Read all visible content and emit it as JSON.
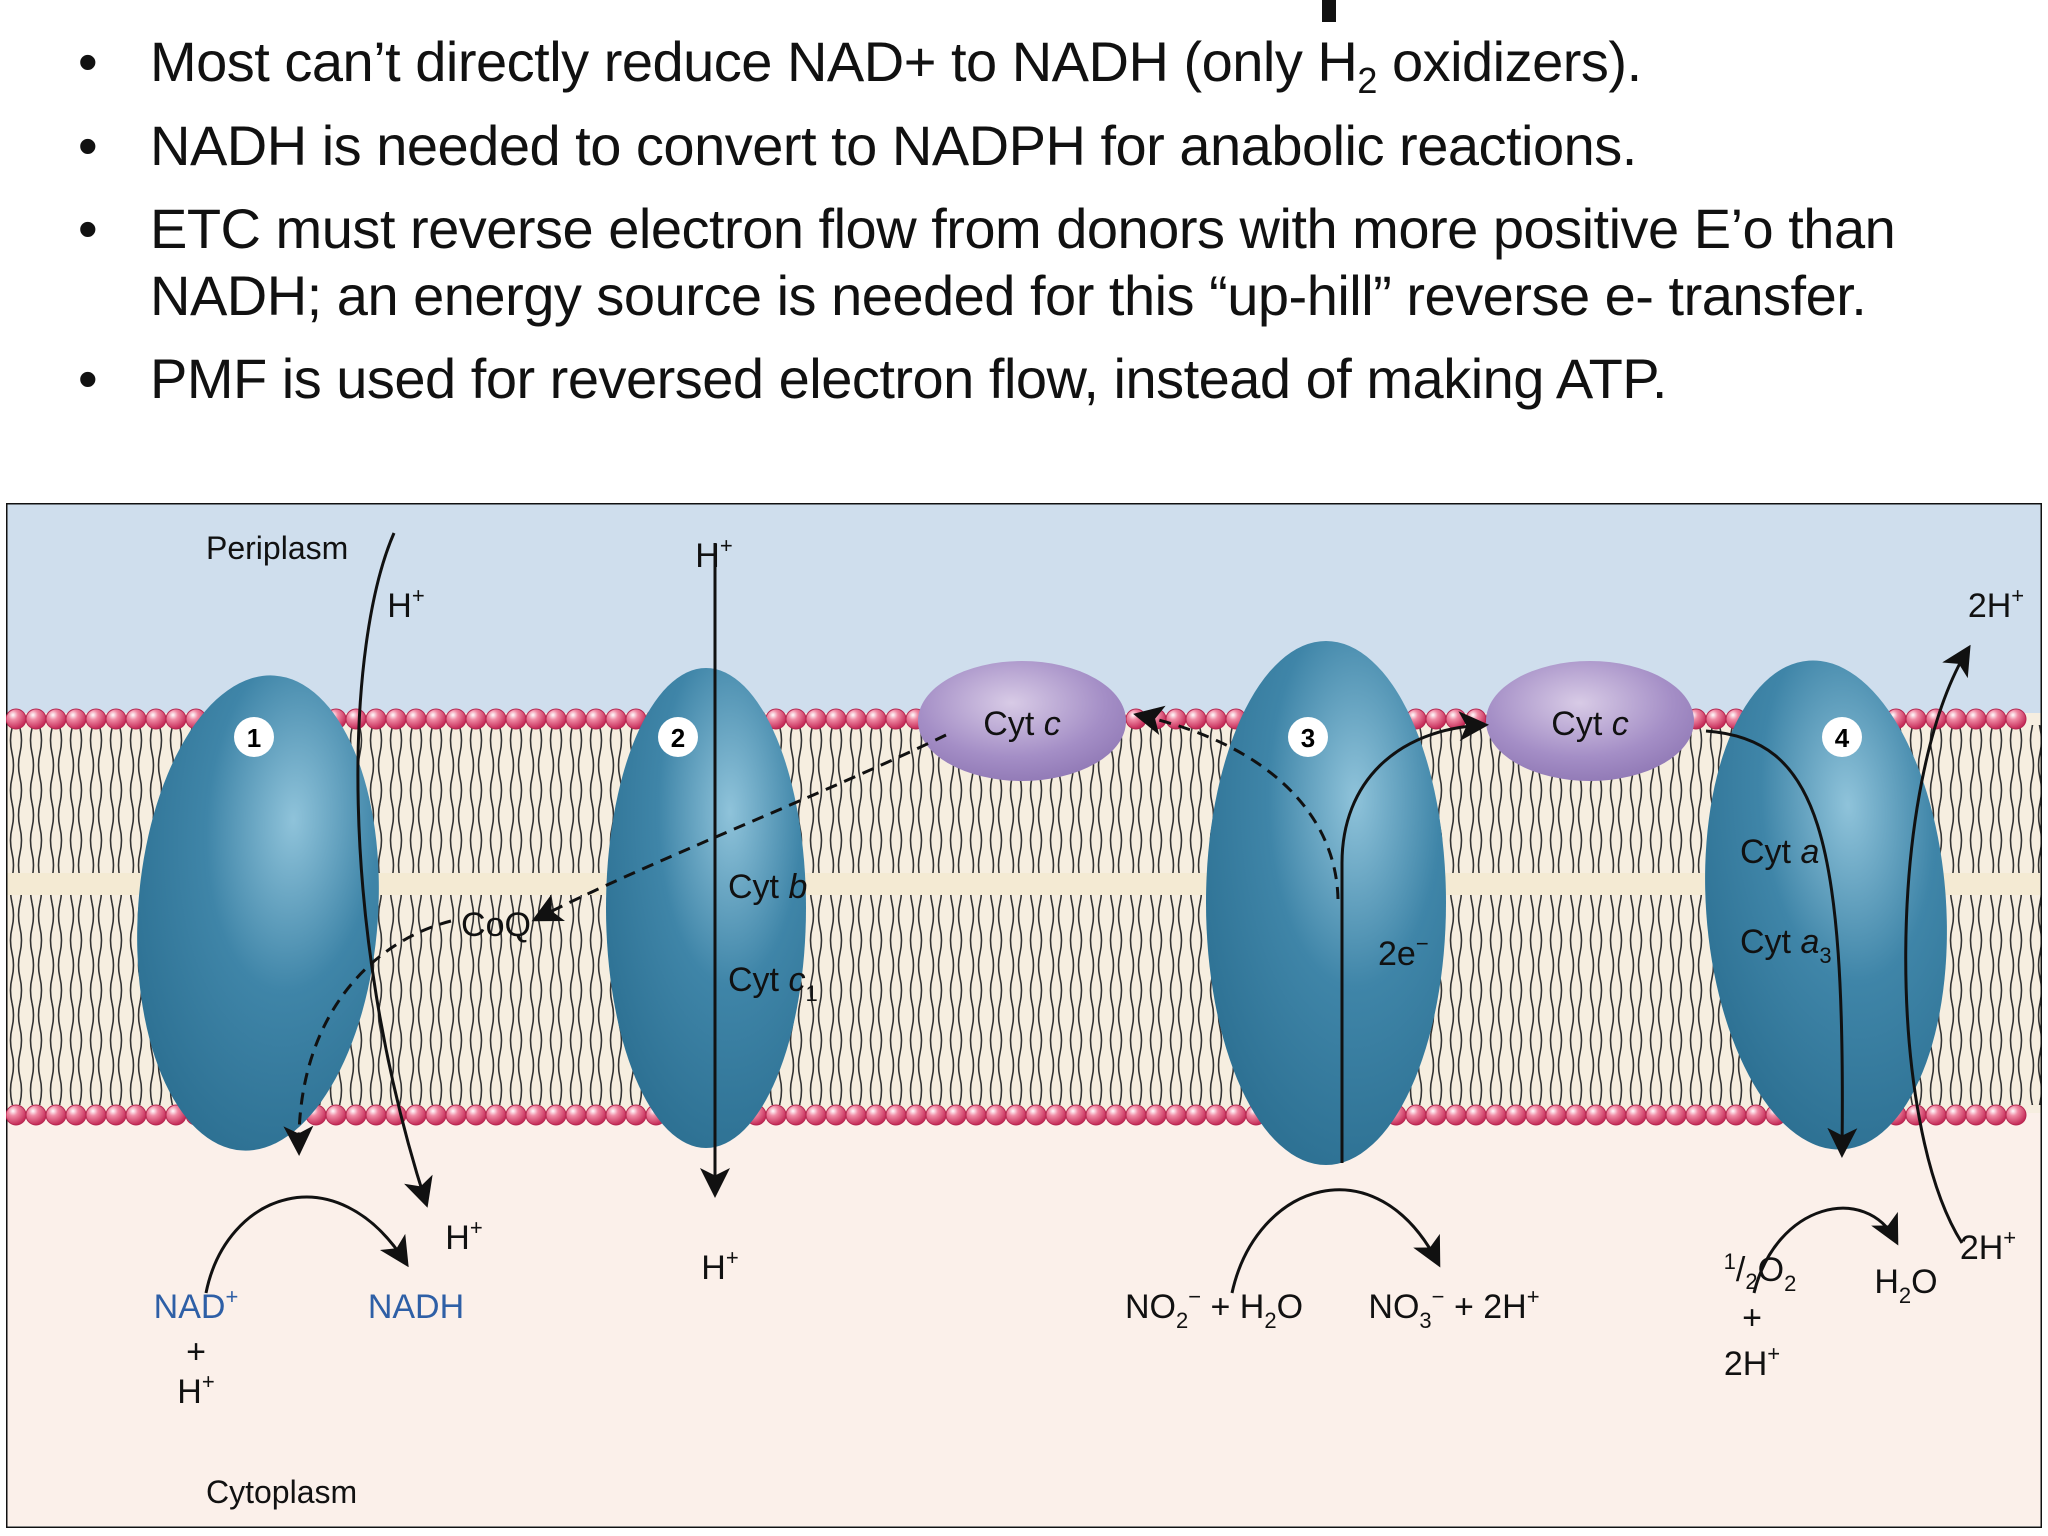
{
  "bullets": [
    {
      "pre": "Most can’t directly reduce NAD+ to NADH (only H",
      "sub": "2",
      "post": " oxidizers)."
    },
    {
      "line1": "NADH is needed to convert to NADPH for anabolic reactions."
    },
    {
      "line1": "ETC must reverse electron flow from donors with more positive E’o than",
      "line2": "NADH; an energy source is needed for this “up-hill” reverse e- transfer."
    },
    {
      "line1": "PMF is used for reversed electron flow, instead of making ATP."
    }
  ],
  "bullet_symbol": "•",
  "diagram": {
    "periplasm_label": "Periplasm",
    "cytoplasm_label": "Cytoplasm",
    "complex_numbers": [
      "1",
      "2",
      "3",
      "4"
    ],
    "cyt_c_label": "Cyt",
    "cyt_c_italic": "c",
    "coq": "CoQ",
    "cyt_b": {
      "main": "Cyt",
      "ital": "b"
    },
    "cyt_c1": {
      "main": "Cyt",
      "ital": "c",
      "sub": "1"
    },
    "cyt_a": {
      "main": "Cyt",
      "ital": "a"
    },
    "cyt_a3": {
      "main": "Cyt",
      "ital": "a",
      "sub": "3"
    },
    "two_e": {
      "main": "2e",
      "sup": "−"
    },
    "h_plus": {
      "main": "H",
      "sup": "+"
    },
    "two_h_plus": {
      "main": "2H",
      "sup": "+"
    },
    "nad_plus": {
      "main": "NAD",
      "sup": "+"
    },
    "plus_sign": "+",
    "nadh": "NADH",
    "no2_h2o": {
      "a": "NO",
      "a_sub": "2",
      "a_sup": "−",
      "b": " + H",
      "b_sub": "2",
      "c": "O"
    },
    "no3_2h": {
      "a": "NO",
      "a_sub": "3",
      "a_sup": "−",
      "b": " + 2H",
      "b_sup": "+"
    },
    "half_o2": {
      "num": "1",
      "slash": "/",
      "den": "2",
      "b": "O",
      "b_sub": "2"
    },
    "h2o": {
      "a": "H",
      "a_sub": "2",
      "b": "O"
    },
    "colors": {
      "periplasm": "#cfdeed",
      "membrane_core": "#f1e7d3",
      "cytoplasm": "#fbf0ea",
      "complex": "#3f85a8",
      "cyt_c": "#a48ec6",
      "head": "#d53c67",
      "blue_text": "#2e5fa6"
    }
  }
}
